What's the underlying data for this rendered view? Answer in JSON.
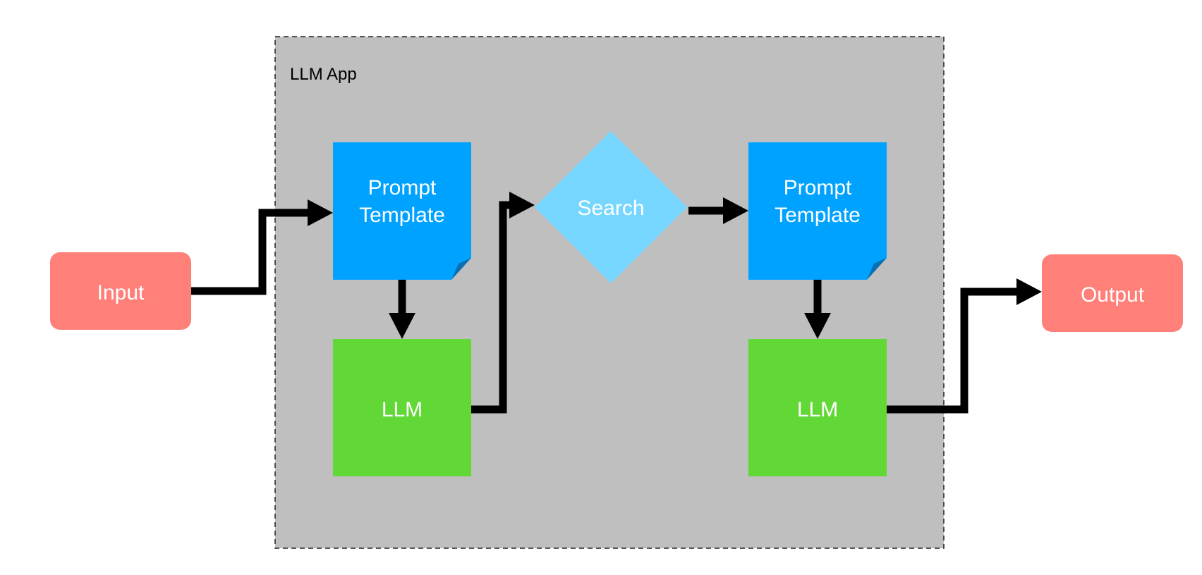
{
  "diagram": {
    "group": {
      "label": "LLM App",
      "fill": "#bfbfbf",
      "border": "dashed"
    },
    "nodes": {
      "input": {
        "label": "Input",
        "color": "#ff7f79"
      },
      "prompt_template_1": {
        "line1": "Prompt",
        "line2": "Template",
        "color": "#00a2ff"
      },
      "llm_1": {
        "label": "LLM",
        "color": "#61d836"
      },
      "search": {
        "label": "Search",
        "color": "#76d6ff"
      },
      "prompt_template_2": {
        "line1": "Prompt",
        "line2": "Template",
        "color": "#00a2ff"
      },
      "llm_2": {
        "label": "LLM",
        "color": "#61d836"
      },
      "output": {
        "label": "Output",
        "color": "#ff7f79"
      }
    },
    "edges": [
      {
        "from": "input",
        "to": "prompt_template_1"
      },
      {
        "from": "prompt_template_1",
        "to": "llm_1"
      },
      {
        "from": "llm_1",
        "to": "search"
      },
      {
        "from": "search",
        "to": "prompt_template_2"
      },
      {
        "from": "prompt_template_2",
        "to": "llm_2"
      },
      {
        "from": "llm_2",
        "to": "output"
      }
    ]
  }
}
